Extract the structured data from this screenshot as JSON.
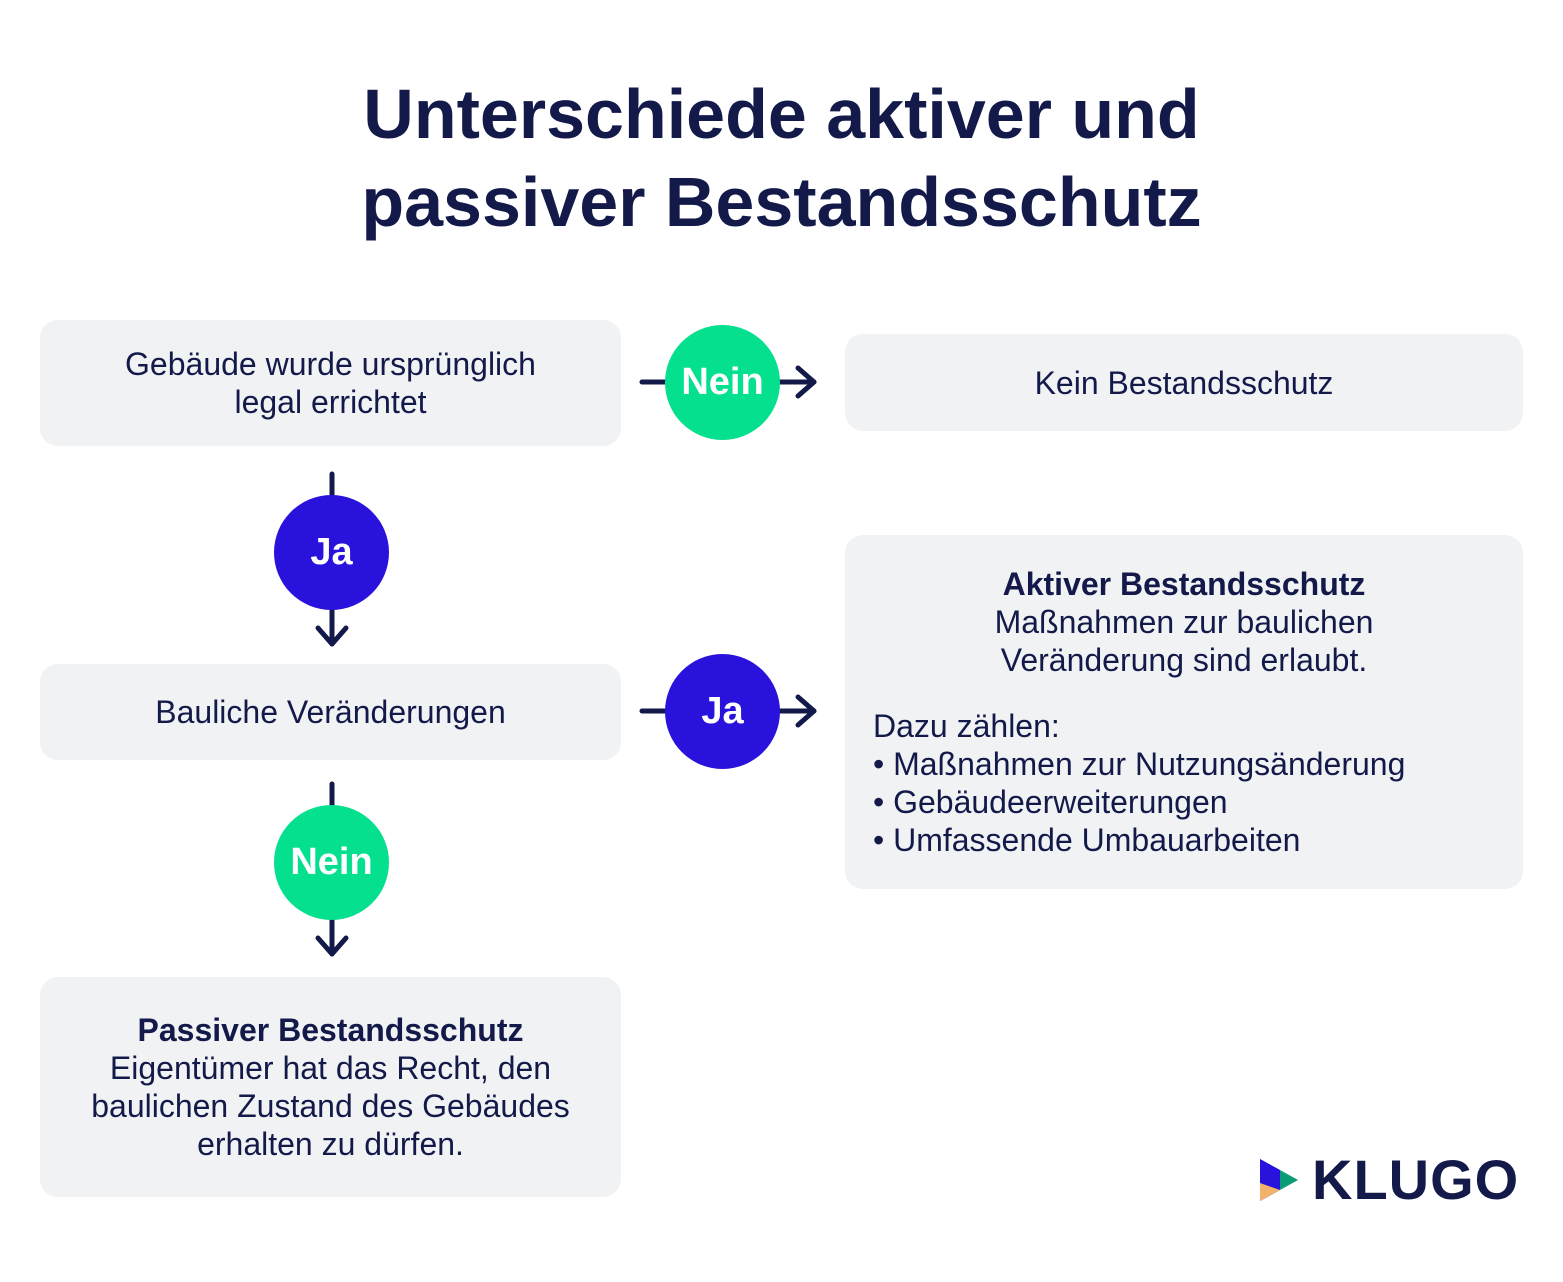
{
  "title": {
    "line1": "Unterschiede aktiver und",
    "line2": "passiver Bestandsschutz"
  },
  "nodes": {
    "legal": "Gebäude wurde ursprünglich legal errichtet",
    "kein": "Kein Bestandsschutz",
    "baulich": "Bauliche Veränderungen",
    "passiv": {
      "heading": "Passiver Bestandsschutz",
      "text": "Eigentümer hat das Recht, den baulichen Zustand des Gebäudes erhalten zu dürfen."
    },
    "aktiv": {
      "heading": "Aktiver Bestandsschutz",
      "text": "Maßnahmen zur baulichen Veränderung sind erlaubt.",
      "list_intro": "Dazu zählen:",
      "items": [
        "• Maßnahmen zur Nutzungsänderung",
        "• Gebäudeerweiterungen",
        "• Umfassende Umbauarbeiten"
      ]
    }
  },
  "decisions": {
    "nein_1": "Nein",
    "ja_1": "Ja",
    "ja_2": "Ja",
    "nein_2": "Nein"
  },
  "colors": {
    "yes": "#2a12dd",
    "no": "#05e08f",
    "text": "#131a4a",
    "box": "#f1f2f4"
  },
  "logo": {
    "text": "KLUGO",
    "icon": "play-triangle-icon"
  }
}
